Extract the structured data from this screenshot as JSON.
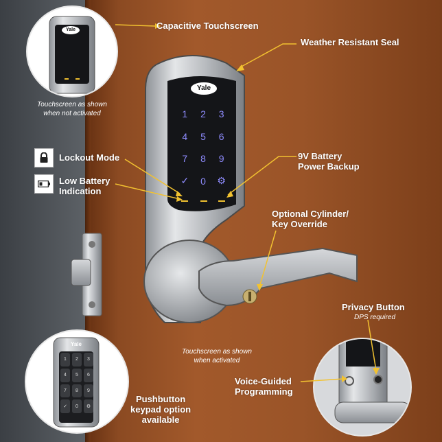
{
  "labels": {
    "capacitive_touchscreen": "Capacitive Touchscreen",
    "weather_resistant_seal": "Weather Resistant Seal",
    "lockout_mode": "Lockout Mode",
    "low_battery_line1": "Low Battery",
    "low_battery_line2": "Indication",
    "battery_line1": "9V Battery",
    "battery_line2": "Power Backup",
    "cylinder_line1": "Optional Cylinder/",
    "cylinder_line2": "Key Override",
    "privacy_button": "Privacy Button",
    "voice_line1": "Voice-Guided",
    "voice_line2": "Programming",
    "pushbutton_line1": "Pushbutton",
    "pushbutton_line2": "keypad option",
    "pushbutton_line3": "available"
  },
  "captions": {
    "not_activated_line1": "Touchscreen as shown",
    "not_activated_line2": "when not activated",
    "activated_line1": "Touchscreen as shown",
    "activated_line2": "when activated",
    "dps_required": "DPS required"
  },
  "brand": "Yale",
  "keypad_keys": [
    "1",
    "2",
    "3",
    "4",
    "5",
    "6",
    "7",
    "8",
    "9",
    "✓",
    "0",
    "⚙"
  ],
  "colors": {
    "accent_yellow": "#f2c230",
    "door_wood": "#9a5428",
    "key_glow": "#8f8cff",
    "nickel": "#c9ccd0"
  },
  "icons": {
    "lockout": "padlock-icon",
    "low_battery": "battery-icon"
  }
}
